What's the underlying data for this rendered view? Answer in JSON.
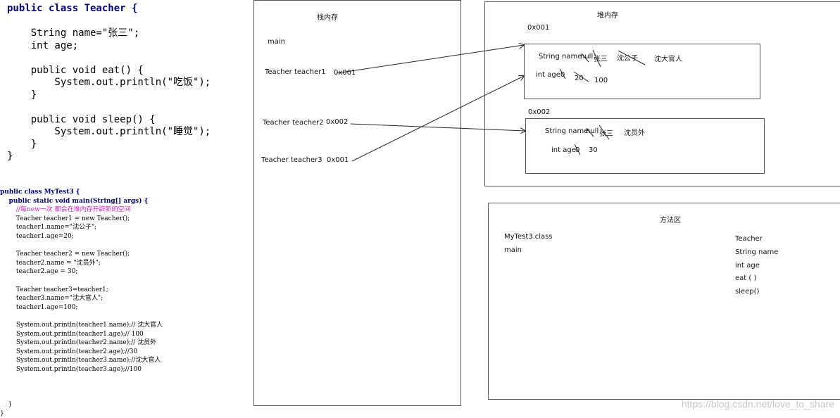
{
  "code_teacher": {
    "l1": "public class Teacher {",
    "l2": "    String name=\"张三\";",
    "l3": "    int age;",
    "l4": "    public void eat() {",
    "l5": "        System.out.println(\"吃饭\");",
    "l6": "    }",
    "l7": "    public void sleep() {",
    "l8": "        System.out.println(\"睡觉\");",
    "l9": "    }",
    "l10": "}"
  },
  "code_main": {
    "l1": "public class MyTest3 {",
    "l2": "    public static void main(String[] args) {",
    "l3": "        //每new一次 都会在堆内存开辟新的空间",
    "l4": "        Teacher teacher1 = new Teacher();",
    "l5": "        teacher1.name=\"沈公子\";",
    "l6": "        teacher1.age=20;",
    "l7": "        Teacher teacher2 = new Teacher();",
    "l8": "        teacher2.name = \"沈员外\";",
    "l9": "        teacher2.age = 30;",
    "l10": "        Teacher teacher3=teacher1;",
    "l11": "        teacher3.name=\"沈大官人\";",
    "l12": "        teacher1.age=100;",
    "l13": "        System.out.println(teacher1.name);// 沈大官人",
    "l14": "        System.out.println(teacher1.age);// 100",
    "l15": "        System.out.println(teacher2.name);// 沈员外",
    "l16": "        System.out.println(teacher2.age);//30",
    "l17": "        System.out.println(teacher3.name);//沈大官人",
    "l18": "        System.out.println(teacher3.age);//100",
    "l19": "    }",
    "l20": "}"
  },
  "stack": {
    "title": "栈内存",
    "main": "main",
    "t1_label": "Teacher teacher1",
    "t1_addr": "0x001",
    "t2_label": "Teacher teacher2",
    "t2_addr": "0x002",
    "t3_label": "Teacher teacher3",
    "t3_addr": "0x001"
  },
  "heap": {
    "title": "堆内存",
    "obj1_addr": "0x001",
    "obj1_name_field": "String name",
    "obj1_name_null": "null",
    "obj1_name_v1": "张三",
    "obj1_name_v2": "沈公子",
    "obj1_name_v3": "沈大官人",
    "obj1_age_field": "int age",
    "obj1_age_v0": "0",
    "obj1_age_v1": "20",
    "obj1_age_v2": "100",
    "obj2_addr": "0x002",
    "obj2_name_field": "String name",
    "obj2_name_null": "null",
    "obj2_name_v1": "张三",
    "obj2_name_v2": "沈员外",
    "obj2_age_field": "int age",
    "obj2_age_v0": "0",
    "obj2_age_v1": "30"
  },
  "method_area": {
    "title": "方法区",
    "class1": "MyTest3.class",
    "class1_m1": "main",
    "class2": "Teacher",
    "class2_f1": "String name",
    "class2_f2": "int age",
    "class2_m1": "eat ( )",
    "class2_m2": "sleep()"
  },
  "watermark": "https://blog.csdn.net/love_to_share"
}
